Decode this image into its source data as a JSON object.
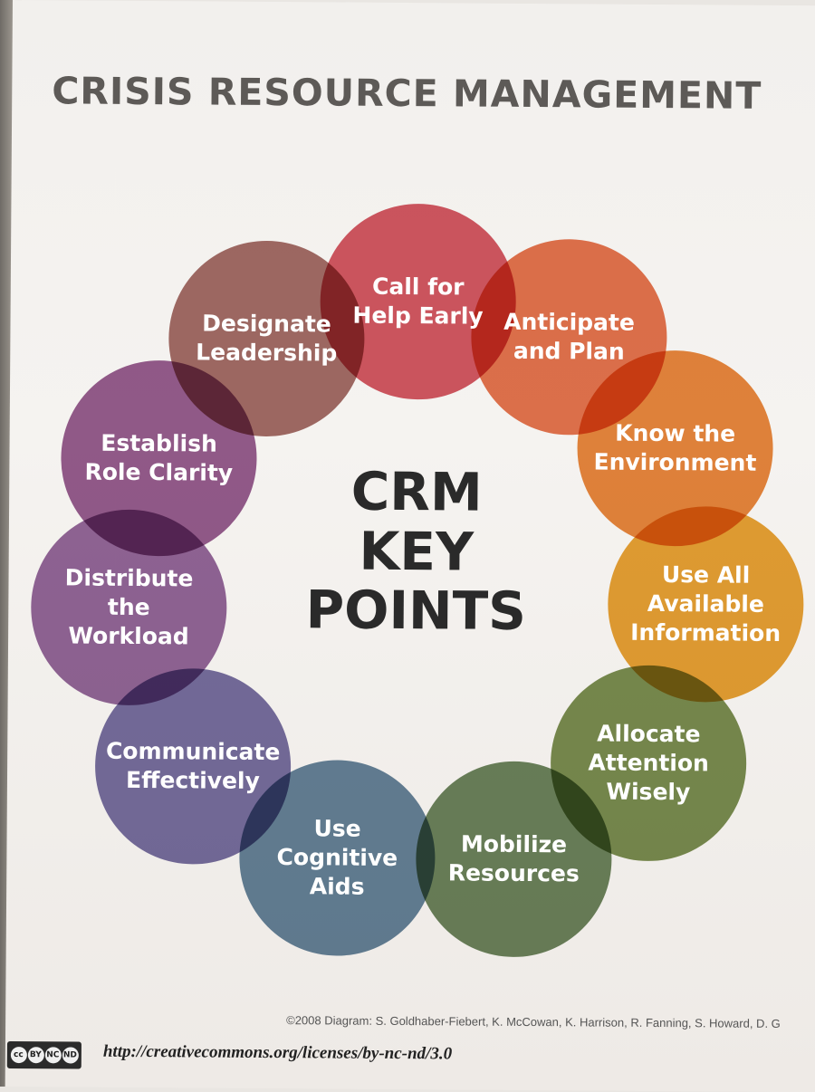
{
  "title": "CRISIS RESOURCE MANAGEMENT",
  "center": "CRM\nKEY\nPOINTS",
  "circles": [
    {
      "label": "Call for\nHelp Early",
      "color": "#cf4a55"
    },
    {
      "label": "Anticipate\nand Plan",
      "color": "#e2683f"
    },
    {
      "label": "Know the\nEnvironment",
      "color": "#e57d2c"
    },
    {
      "label": "Use All\nAvailable\nInformation",
      "color": "#e59a22"
    },
    {
      "label": "Allocate\nAttention\nWisely",
      "color": "#6f8442"
    },
    {
      "label": "Mobilize\nResources",
      "color": "#5f7a4f"
    },
    {
      "label": "Use\nCognitive\nAids",
      "color": "#587893"
    },
    {
      "label": "Communicate\nEffectively",
      "color": "#6b639a"
    },
    {
      "label": "Distribute\nthe\nWorkload",
      "color": "#8a5a93"
    },
    {
      "label": "Establish\nRole Clarity",
      "color": "#8d4f86"
    },
    {
      "label": "Designate\nLeadership",
      "color": "#9b5f5a"
    }
  ],
  "credit": "©2008 Diagram: S. Goldhaber-Fiebert, K. McCowan, K. Harrison, R. Fanning, S. Howard, D. G",
  "license_url": "http://creativecommons.org/licenses/by-nc-nd/3.0",
  "license_badge": [
    "cc",
    "BY",
    "NC",
    "ND"
  ]
}
